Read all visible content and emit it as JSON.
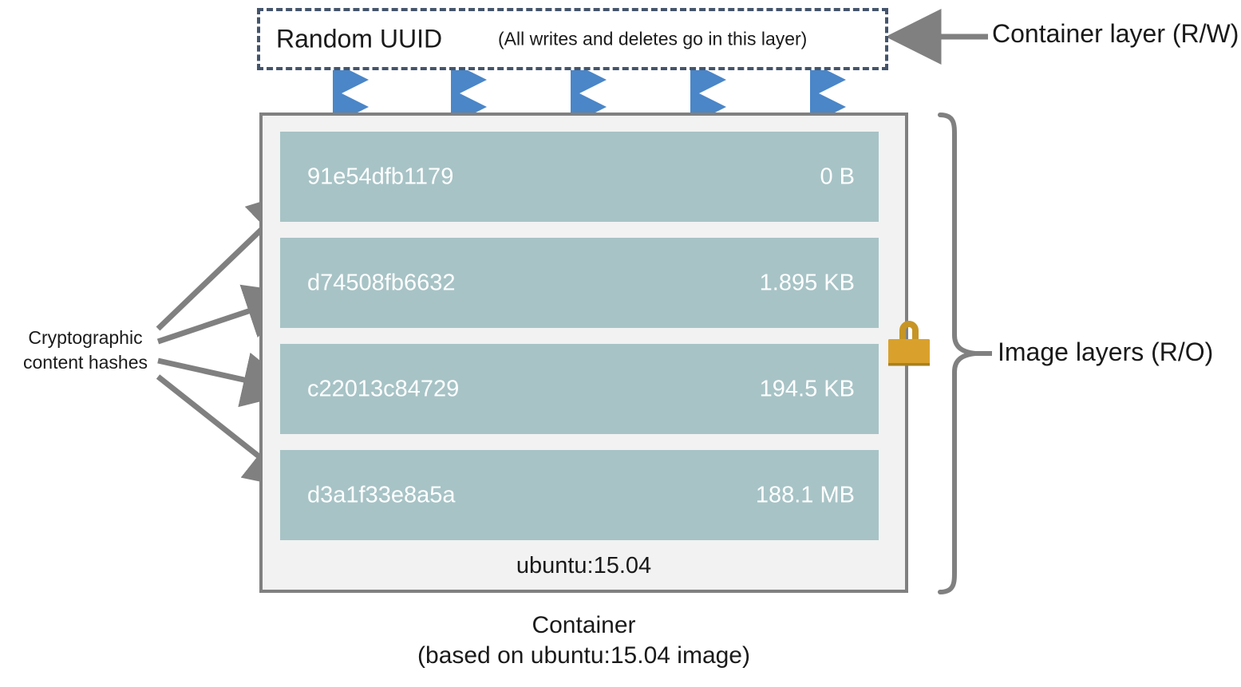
{
  "container_layer": {
    "uuid_label": "Random UUID",
    "note": "(All writes and deletes go in this layer)",
    "right_label": "Container layer (R/W)",
    "border_color": "#44546A",
    "arrow_color": "#4A86C8"
  },
  "image": {
    "right_label": "Image layers (R/O)",
    "tag": "ubuntu:15.04",
    "box_fill": "#F2F2F2",
    "box_border": "#808080",
    "layer_fill": "#A7C3C6",
    "layer_text_color": "#FFFFFF",
    "lock_color": "#D9A12C",
    "layers": [
      {
        "hash": "91e54dfb1179",
        "size": "0 B"
      },
      {
        "hash": "d74508fb6632",
        "size": "1.895 KB"
      },
      {
        "hash": "c22013c84729",
        "size": "194.5 KB"
      },
      {
        "hash": "d3a1f33e8a5a",
        "size": "188.1 MB"
      }
    ]
  },
  "annotations": {
    "hashes_label_line1": "Cryptographic",
    "hashes_label_line2": "content hashes",
    "arrow_color": "#808080"
  },
  "caption": {
    "line1": "Container",
    "line2": "(based on ubuntu:15.04 image)"
  }
}
